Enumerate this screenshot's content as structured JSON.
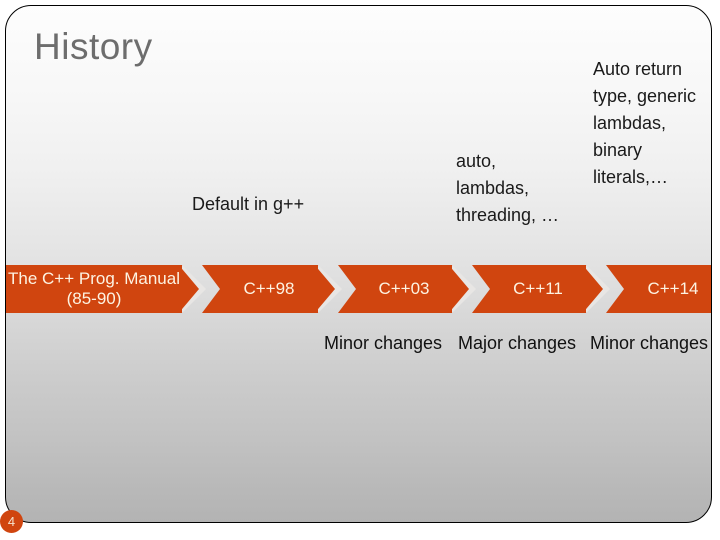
{
  "slide": {
    "title": "History",
    "page_number": "4",
    "accent_color": "#d0450f",
    "title_color": "#6d6d6d"
  },
  "annotations": [
    {
      "name": "default-in-gpp",
      "text": "Default in g++"
    },
    {
      "name": "cpp11-features",
      "text": "auto, lambdas, threading, …"
    },
    {
      "name": "cpp14-features",
      "text": "Auto return type, generic lambdas, binary literals,…"
    }
  ],
  "timeline": {
    "steps": [
      {
        "label": "The C++ Prog. Manual (85-90)",
        "caption": ""
      },
      {
        "label": "C++98",
        "caption": ""
      },
      {
        "label": "C++03",
        "caption": "Minor changes"
      },
      {
        "label": "C++11",
        "caption": "Major changes"
      },
      {
        "label": "C++14",
        "caption": "Minor changes"
      }
    ]
  },
  "captions": {
    "cpp03": "Minor changes",
    "cpp11": "Major changes",
    "cpp14": "Minor changes"
  }
}
